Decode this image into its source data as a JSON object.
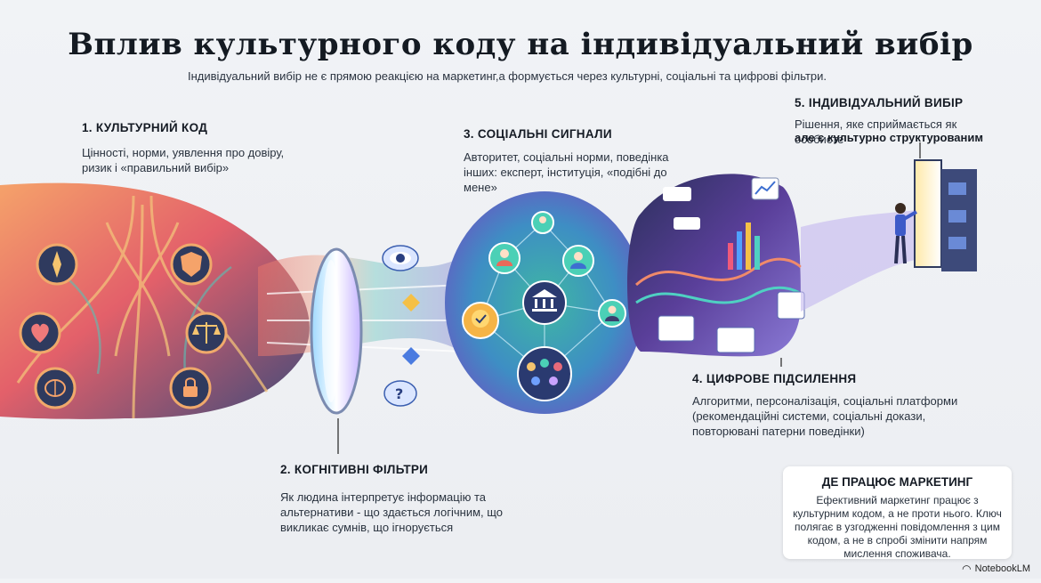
{
  "title": "Вплив культурного коду на індивідуальний вибір",
  "subtitle": "Індивідуальний вибір не є прямою реакцією на маркетинг,а формується через культурні, соціальні та цифрові фільтри.",
  "steps": [
    {
      "heading": "1. КУЛЬТУРНИЙ КОД",
      "text": "Цінності, норми, уявлення про довіру, ризик і «правильний вибір»"
    },
    {
      "heading": "2. КОГНІТИВНІ ФІЛЬТРИ",
      "text": "Як людина інтерпретує інформацію та альтернативи - що здається логічним, що викликає сумнів, що ігнорується"
    },
    {
      "heading": "3. СОЦІАЛЬНІ СИГНАЛИ",
      "text": "Авторитет, соціальні норми, поведінка інших: експерт, інституція, «подібні до мене»"
    },
    {
      "heading": "4. ЦИФРОВЕ ПІДСИЛЕННЯ",
      "text": "Алгоритми, персоналізація, соціальні платформи (рекомендаційні системи, соціальні докази, повторювані патерни поведінки)"
    },
    {
      "heading": "5. ІНДИВІДУАЛЬНИЙ ВИБІР",
      "text": "Рішення, яке сприймається як особисте",
      "text_bold": "але є культурно структурованим"
    }
  ],
  "marketing_card": {
    "heading": "ДЕ ПРАЦЮЄ МАРКЕТИНГ",
    "text": "Ефективний маркетинг працює з культурним кодом, а не проти нього. Ключ полягає в узгодженні повідомлення з цим кодом, а не в спробі змінити напрям мислення споживача."
  },
  "brand": "NotebookLM",
  "icons": [
    "compass-icon",
    "shield-icon",
    "heart-hands-icon",
    "scales-icon",
    "brain-icon",
    "lock-icon",
    "eye-icon",
    "question-icon",
    "bank-icon",
    "badge-icon",
    "person-icon",
    "group-icon",
    "chart-icon",
    "person-pointing-icon"
  ],
  "colors": {
    "warm": "#f07a4a",
    "teal": "#2fb7a8",
    "purple": "#6e5cc8",
    "blue": "#3a6fd8",
    "dark": "#2a2f55"
  }
}
